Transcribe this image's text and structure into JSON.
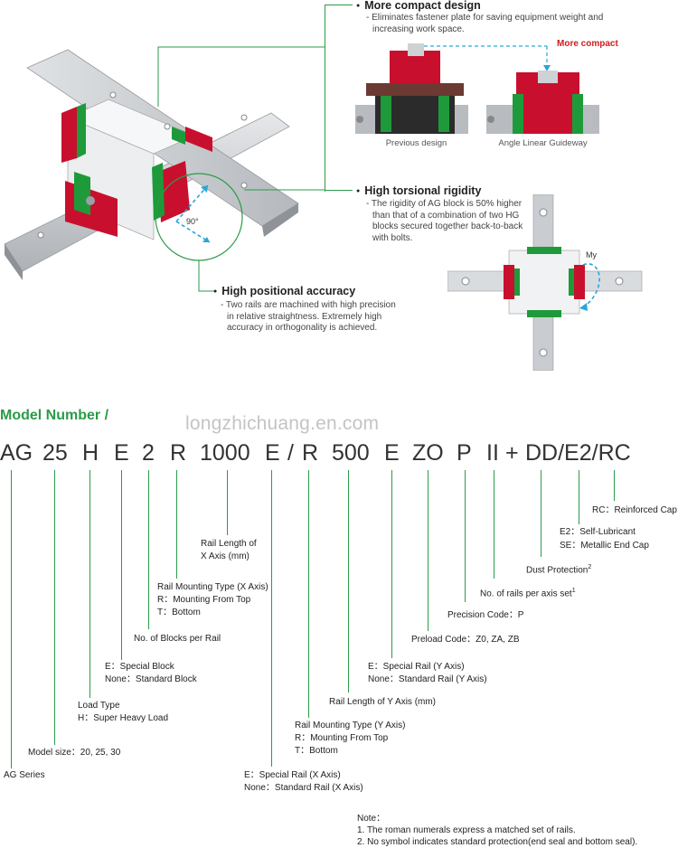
{
  "features": {
    "compact": {
      "title": "More compact design",
      "desc": [
        "- Eliminates fastener plate for saving equipment weight and",
        "increasing work space."
      ],
      "red_label": "More compact",
      "caption_left": "Previous design",
      "caption_right": "Angle Linear Guideway"
    },
    "rigidity": {
      "title": "High torsional rigidity",
      "desc": [
        "- The rigidity of AG block is 50% higher",
        "than that of a combination of two HG",
        "blocks secured together back-to-back",
        "with bolts."
      ],
      "moment_label": "My"
    },
    "accuracy": {
      "title": "High positional accuracy",
      "desc": [
        "- Two rails are machined with high precision",
        "in relative straightness. Extremely high",
        "accuracy in orthogonality is achieved."
      ],
      "angle_label": "90°"
    }
  },
  "model": {
    "title": "Model Number /",
    "watermark": "longzhichuang.en.com",
    "code_parts": [
      "AG",
      "25",
      "H",
      "E",
      "2",
      "R",
      "1000",
      "E",
      "/",
      "R",
      "500",
      "E",
      "ZO",
      "P",
      "II",
      "+",
      "DD/E2/RC"
    ],
    "labels": {
      "rc": "RC：Reinforced Cap",
      "e2": "E2：Self-Lubricant",
      "se": "SE：Metallic End Cap",
      "dust": "Dust Protection",
      "dust_sup": "2",
      "rails": "No. of rails per axis set",
      "rails_sup": "1",
      "precision": "Precision Code：P",
      "preload": "Preload Code：Z0, ZA, ZB",
      "ey1": "E：Special Rail (Y Axis)",
      "ey2": "None：Standard Rail (Y Axis)",
      "ly": "Rail Length of Y Axis (mm)",
      "ry1": "Rail Mounting Type (Y Axis)",
      "ry2": "R：Mounting From Top",
      "ry3": "T：Bottom",
      "ex1": "E：Special Rail (X Axis)",
      "ex2": "None：Standard Rail (X Axis)",
      "lx1": "Rail Length of",
      "lx2": "X Axis (mm)",
      "rx1": "Rail Mounting Type (X Axis)",
      "rx2": "R：Mounting From Top",
      "rx3": "T：Bottom",
      "blocks": "No. of Blocks per Rail",
      "eb1": "E：Special Block",
      "eb2": "None：Standard Block",
      "load1": "Load Type",
      "load2": "H：Super Heavy Load",
      "size": "Model size：20, 25, 30",
      "series": "AG Series"
    },
    "notes": {
      "title": "Note：",
      "n1": "1. The roman numerals express a matched set of rails.",
      "n2": "2. No symbol indicates standard protection(end seal and bottom seal)."
    }
  },
  "colors": {
    "accent_green": "#2a9b49",
    "block_red": "#c8102e",
    "seal_green": "#1e9a3a",
    "rail_gray": "#c9ccd0",
    "arrow_blue": "#2aa6d8"
  }
}
